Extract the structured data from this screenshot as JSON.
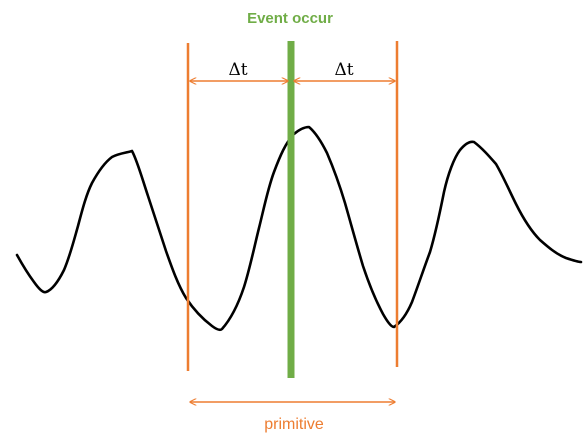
{
  "title": "Event occur",
  "labels": {
    "delta_left": "Δt",
    "delta_right": "Δt",
    "bottom": "primitive"
  },
  "colors": {
    "event_line": "#70ad47",
    "bounds": "#ed7d31",
    "signal": "#000000",
    "background": "#ffffff"
  }
}
